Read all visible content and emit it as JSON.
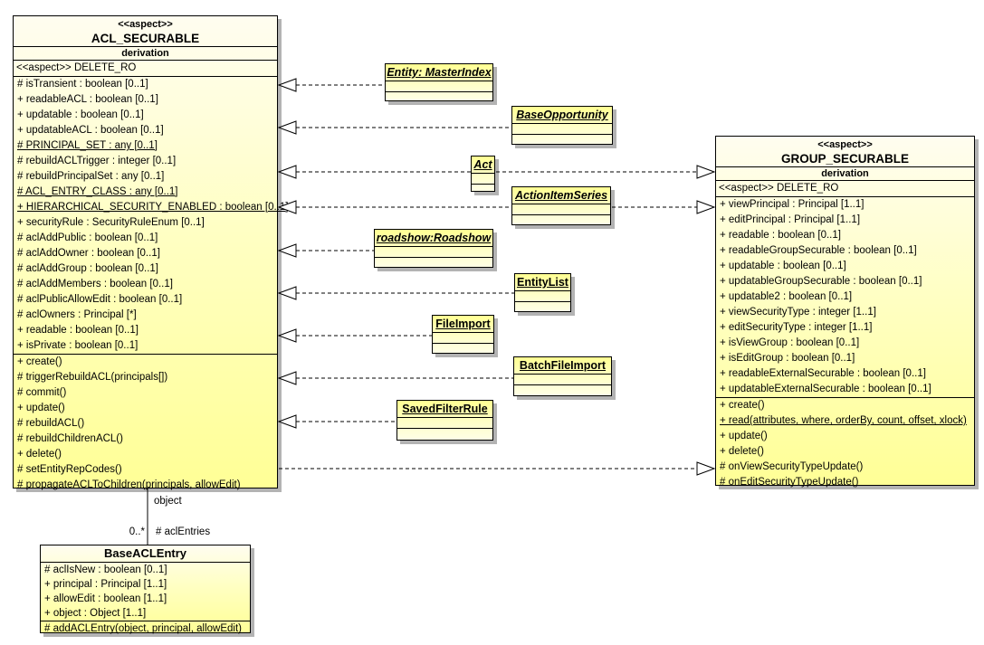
{
  "diagram": {
    "classes": {
      "acl": {
        "stereotype": "<<aspect>>",
        "name": "ACL_SECURABLE",
        "subtitle": "derivation",
        "secondary_stereotype": "<<aspect>> DELETE_RO",
        "attributes": [
          "# isTransient : boolean [0..1]",
          "+ readableACL : boolean [0..1]",
          "+ updatable : boolean [0..1]",
          "+ updatableACL : boolean [0..1]",
          "# PRINCIPAL_SET : any [0..1]",
          "# rebuildACLTrigger : integer [0..1]",
          "# rebuildPrincipalSet : any [0..1]",
          "# ACL_ENTRY_CLASS : any [0..1]",
          "+ HIERARCHICAL_SECURITY_ENABLED : boolean [0..1]",
          "+ securityRule : SecurityRuleEnum [0..1]",
          "# aclAddPublic : boolean [0..1]",
          "# aclAddOwner : boolean [0..1]",
          "# aclAddGroup : boolean [0..1]",
          "# aclAddMembers : boolean [0..1]",
          "# aclPublicAllowEdit : boolean [0..1]",
          "# aclOwners : Principal [*]",
          "+ readable : boolean [0..1]",
          "+ isPrivate : boolean [0..1]"
        ],
        "methods": [
          "+ create()",
          "# triggerRebuildACL(principals[])",
          "# commit()",
          "+ update()",
          "# rebuildACL()",
          "# rebuildChildrenACL()",
          "+ delete()",
          "# setEntityRepCodes()",
          "# propagateACLToChildren(principals, allowEdit)"
        ]
      },
      "group": {
        "stereotype": "<<aspect>>",
        "name": "GROUP_SECURABLE",
        "subtitle": "derivation",
        "secondary_stereotype": "<<aspect>> DELETE_RO",
        "attributes": [
          "+ viewPrincipal : Principal [1..1]",
          "+ editPrincipal : Principal [1..1]",
          "+ readable : boolean [0..1]",
          "+ readableGroupSecurable : boolean [0..1]",
          "+ updatable : boolean [0..1]",
          "+ updatableGroupSecurable : boolean [0..1]",
          "+ updatable2 : boolean [0..1]",
          "+ viewSecurityType : integer [1..1]",
          "+ editSecurityType : integer [1..1]",
          "+ isViewGroup : boolean [0..1]",
          "+ isEditGroup : boolean [0..1]",
          "+ readableExternalSecurable : boolean [0..1]",
          "+ updatableExternalSecurable : boolean [0..1]"
        ],
        "methods": [
          "+ create()",
          "+ read(attributes, where, orderBy, count, offset, xlock)",
          "+ update()",
          "+ delete()",
          "# onViewSecurityTypeUpdate()",
          "# onEditSecurityTypeUpdate()"
        ]
      },
      "base_acl_entry": {
        "name": "BaseACLEntry",
        "attributes": [
          "# aclIsNew : boolean [0..1]",
          "+ principal : Principal [1..1]",
          "+ allowEdit : boolean [1..1]",
          "+ object : Object [1..1]"
        ],
        "methods": [
          "# addACLEntry(object, principal, allowEdit)"
        ]
      },
      "interface_boxes": [
        "Entity: MasterIndex",
        "BaseOpportunity",
        "Act",
        "ActionItemSeries",
        "roadshow:Roadshow",
        "EntityList",
        "FileImport",
        "BatchFileImport",
        "SavedFilterRule"
      ]
    },
    "association": {
      "role_top": "object",
      "multiplicity": "0..*",
      "role_bottom": "# aclEntries"
    },
    "colors": {
      "fill_light": "#fffdf0",
      "fill_yellow": "#ffff96",
      "border": "#000000",
      "shadow": "#b3b3b3"
    }
  }
}
